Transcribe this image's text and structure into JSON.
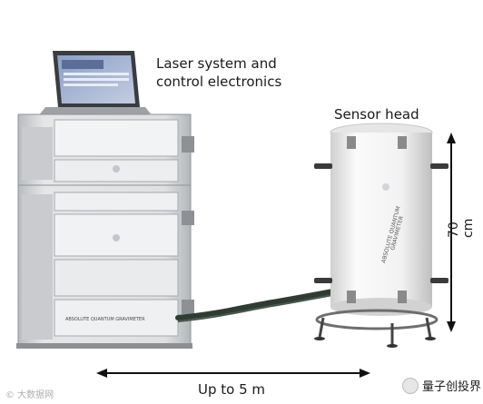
{
  "labels": {
    "laser_line1": "Laser system and",
    "laser_line2": "control electronics",
    "sensor": "Sensor head",
    "distance": "Up to 5 m",
    "height": "70 cm"
  },
  "panel_text": {
    "rack_front": "ABSOLUTE QUANTUM GRAVIMETER",
    "cylinder_line1": "ABSOLUTE QUANTUM",
    "cylinder_line2": "GRAVIMETER"
  },
  "watermarks": {
    "left": "© 大数据网",
    "right": "量子创投界"
  },
  "colors": {
    "text": "#1a1a1a",
    "rack": "#d7d9db",
    "cylinder": "#f3f3f3",
    "cable": "#2f3b33"
  }
}
